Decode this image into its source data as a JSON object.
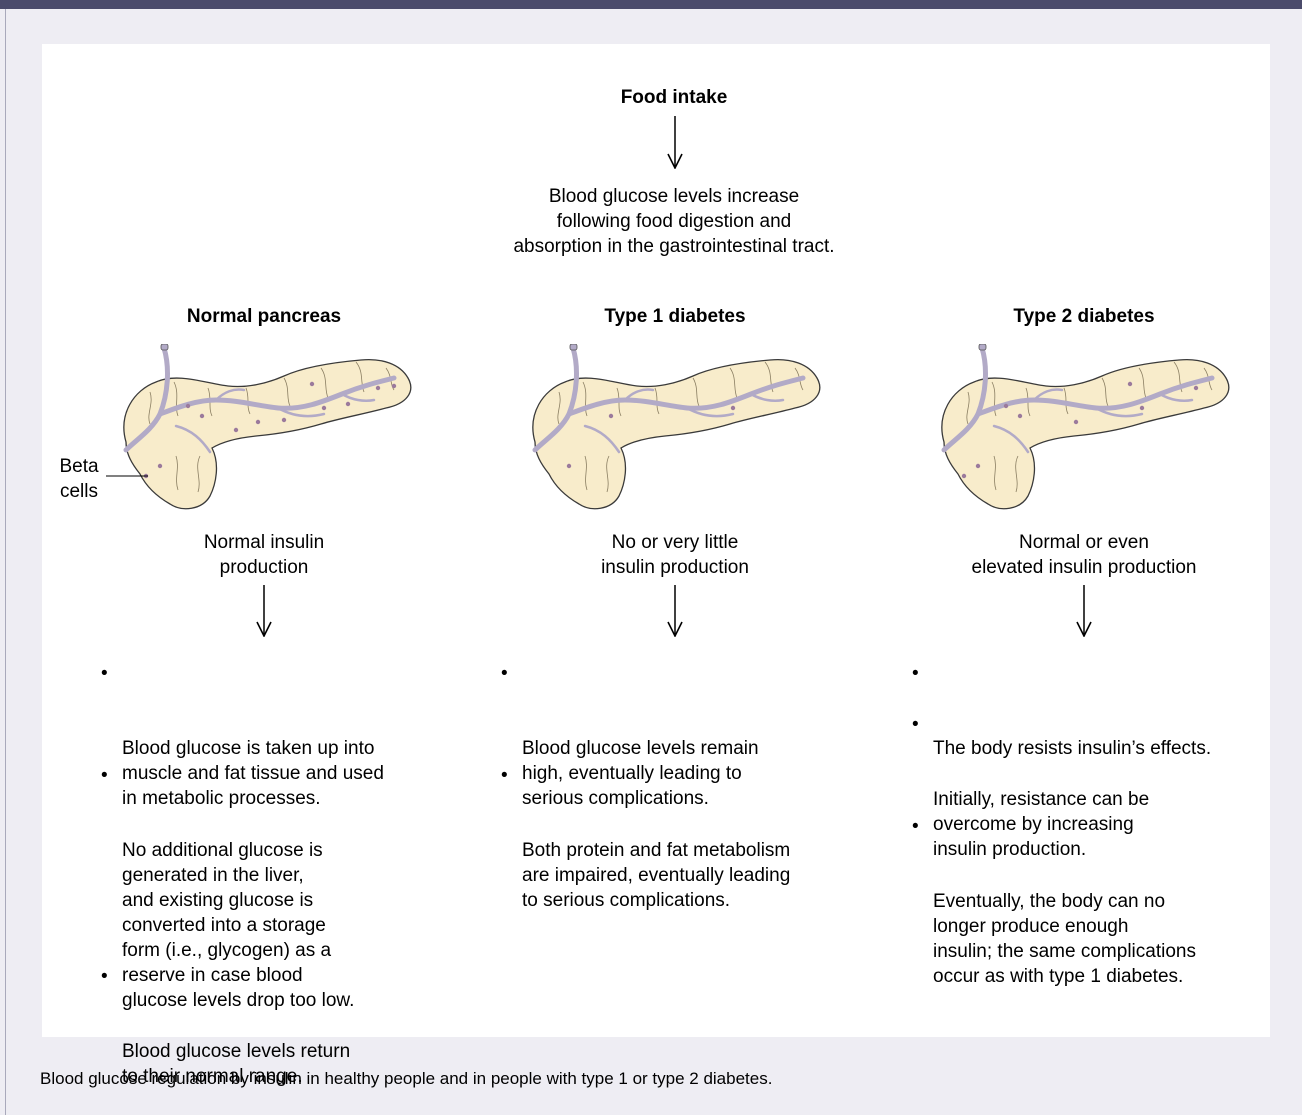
{
  "top": {
    "title": "Food intake",
    "description_lines": [
      "Blood glucose levels increase",
      "following food digestion and",
      "absorption in the gastrointestinal tract."
    ]
  },
  "beta_label_lines": [
    "Beta",
    "cells"
  ],
  "columns": [
    {
      "title": "Normal pancreas",
      "insulin_lines": [
        "Normal insulin",
        "production"
      ],
      "bullets": [
        "Blood glucose is taken up into\nmuscle and fat tissue and used\nin metabolic processes.",
        "No additional glucose is\ngenerated in the liver,\nand existing glucose is\nconverted into a storage\nform (i.e., glycogen) as a\nreserve in case blood\nglucose levels drop too low.",
        "Blood glucose levels return\nto their normal range."
      ]
    },
    {
      "title": "Type 1 diabetes",
      "insulin_lines": [
        "No or very little",
        "insulin production"
      ],
      "bullets": [
        "Blood glucose levels remain\nhigh, eventually leading to\nserious complications.",
        "Both protein and fat metabolism\nare impaired, eventually leading\nto serious complications."
      ]
    },
    {
      "title": "Type 2 diabetes",
      "insulin_lines": [
        "Normal or even",
        "elevated insulin production"
      ],
      "bullets": [
        "The body resists insulin’s effects.",
        "Initially, resistance can be\novercome by increasing\ninsulin production.",
        "Eventually, the body can no\nlonger produce enough\ninsulin; the same complications\noccur as with type 1 diabetes."
      ]
    }
  ],
  "bullet_symbol": "•",
  "caption": "Blood glucose regulation by insulin in healthy people and in people with type 1 or type 2 diabetes.",
  "colors": {
    "pancreas_fill": "#f8eccb",
    "pancreas_outline": "#3a3a3a",
    "duct": "#b2aac7",
    "beta_cells": "#9b7a9c",
    "header_bar": "#4b4b6b",
    "background": "#eeedf3",
    "panel": "#ffffff"
  }
}
